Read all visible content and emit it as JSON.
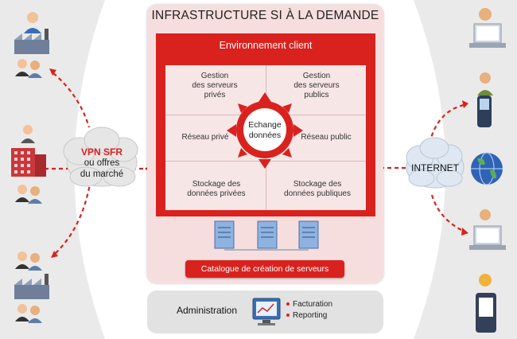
{
  "title": "INFRASTRUCTURE SI À LA DEMANDE",
  "environment": {
    "title": "Environnement client",
    "private_servers": [
      "Gestion",
      "des serveurs",
      "privés"
    ],
    "public_servers": [
      "Gestion",
      "des serveurs",
      "publics"
    ],
    "private_network": "Réseau privé",
    "public_network": "Réseau public",
    "exchange": [
      "Echange",
      "données"
    ],
    "private_storage": [
      "Stockage des",
      "données privées"
    ],
    "public_storage": [
      "Stockage des",
      "données publiques"
    ]
  },
  "catalog": "Catalogue de création de serveurs",
  "administration": {
    "title": "Administration",
    "items": [
      "Facturation",
      "Reporting"
    ]
  },
  "left_cloud": {
    "line1": "VPN SFR",
    "line2": "ou offres",
    "line3": "du marché"
  },
  "right_cloud": "INTERNET",
  "colors": {
    "accent_red": "#d9221e",
    "panel_pink": "#f7dede",
    "inner_pink": "#f7e6e6",
    "admin_gray": "#e2e2e2"
  },
  "icons": {
    "left": [
      "user-icon",
      "factory-icon",
      "users-icon",
      "user-icon",
      "office-building-icon",
      "users-icon",
      "users-icon",
      "factory-icon",
      "users-icon"
    ],
    "right": [
      "laptop-icon",
      "mobile-phone-icon",
      "globe-icon",
      "laptop-icon",
      "pda-icon"
    ],
    "servers": [
      "server-icon",
      "server-icon",
      "server-icon"
    ],
    "admin": "monitor-icon"
  }
}
